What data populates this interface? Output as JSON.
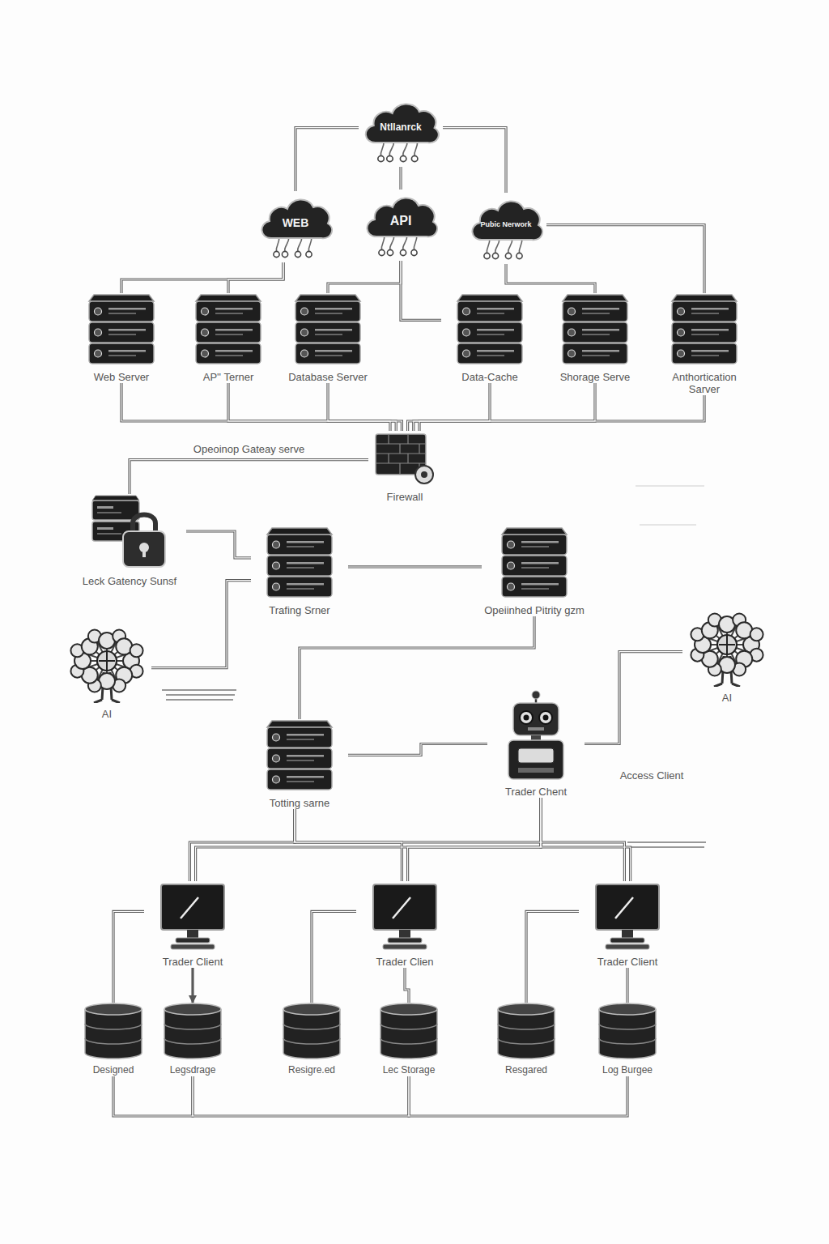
{
  "diagram": {
    "nodes": [
      {
        "text": [
          "Ntllanrck"
        ]
      },
      {
        "text": [
          "WEB"
        ]
      },
      {
        "text": [
          "API"
        ]
      },
      {
        "text": [
          "Pubic Nerwork"
        ]
      },
      {
        "text": [
          "Web Server"
        ]
      },
      {
        "text": [
          "AP'' Terner"
        ]
      },
      {
        "text": [
          "Database Server"
        ]
      },
      {
        "text": [
          "Data-Cache"
        ]
      },
      {
        "text": [
          "Shorage Serve"
        ]
      },
      {
        "text": [
          "Anthortication Sarver"
        ]
      },
      {
        "text": [
          "Firewall"
        ]
      },
      {
        "text": [
          "Leck Gatency Sunsf"
        ]
      },
      {
        "text": [
          "Trafing Srner"
        ]
      },
      {
        "text": [
          "Opeiinhed Pitrity gzm"
        ]
      },
      {
        "text": [
          "AI"
        ]
      },
      {
        "text": [
          "AI"
        ]
      },
      {
        "text": [
          "Totting sarne"
        ]
      },
      {
        "text": [
          "Trader Chent"
        ]
      },
      {
        "text": [
          "Trader Client"
        ]
      },
      {
        "text": [
          "Trader Clien"
        ]
      },
      {
        "text": [
          "Trader Client"
        ]
      },
      {
        "text": [
          "Designed"
        ]
      },
      {
        "text": [
          "Legsdrage"
        ]
      },
      {
        "text": [
          "Resigre.ed"
        ]
      },
      {
        "text": [
          "Lec Storage"
        ]
      },
      {
        "text": [
          "Resgared"
        ]
      },
      {
        "text": [
          "Log Burgee"
        ]
      }
    ],
    "edges": [
      {
        "from": 0,
        "to": 1,
        "arrow": "none"
      },
      {
        "from": 0,
        "to": 2,
        "arrow": "none"
      },
      {
        "from": 0,
        "to": 3,
        "arrow": "none"
      },
      {
        "from": 3,
        "to": 9,
        "arrow": "none"
      },
      {
        "from": 1,
        "to": 4,
        "arrow": "none"
      },
      {
        "from": 1,
        "to": 5,
        "arrow": "none"
      },
      {
        "from": 2,
        "to": 6,
        "arrow": "none"
      },
      {
        "from": 2,
        "to": 7,
        "arrow": "none"
      },
      {
        "from": 3,
        "to": 8,
        "arrow": "none"
      },
      {
        "from": 4,
        "to": 10,
        "arrow": "none"
      },
      {
        "from": 5,
        "to": 10,
        "arrow": "none"
      },
      {
        "from": 6,
        "to": 10,
        "arrow": "none"
      },
      {
        "from": 7,
        "to": 10,
        "arrow": "none"
      },
      {
        "from": 8,
        "to": 10,
        "arrow": "none"
      },
      {
        "from": 9,
        "to": 10,
        "arrow": "none"
      },
      {
        "from": 10,
        "to": 11,
        "label": "Opeoinop Gateay serve",
        "arrow": "none"
      },
      {
        "from": 11,
        "to": 12,
        "arrow": "none"
      },
      {
        "from": 12,
        "to": 13,
        "arrow": "none"
      },
      {
        "from": 14,
        "to": 12,
        "arrow": "none"
      },
      {
        "from": 13,
        "to": 16,
        "arrow": "none"
      },
      {
        "from": 16,
        "to": 17,
        "arrow": "none"
      },
      {
        "from": 17,
        "to": 15,
        "arrow": "none"
      },
      {
        "from": 16,
        "to": 18,
        "arrow": "none"
      },
      {
        "from": 16,
        "to": 19,
        "arrow": "none"
      },
      {
        "from": 16,
        "to": 20,
        "arrow": "none"
      },
      {
        "from": 17,
        "to": 18,
        "arrow": "none"
      },
      {
        "from": 17,
        "to": 19,
        "arrow": "none"
      },
      {
        "from": 17,
        "to": 20,
        "arrow": "none"
      },
      {
        "from": 18,
        "to": 21,
        "arrow": "none"
      },
      {
        "from": 18,
        "to": 22,
        "arrow": "to"
      },
      {
        "from": 19,
        "to": 23,
        "arrow": "none"
      },
      {
        "from": 19,
        "to": 24,
        "arrow": "none"
      },
      {
        "from": 20,
        "to": 25,
        "arrow": "none"
      },
      {
        "from": 20,
        "to": 26,
        "arrow": "none"
      },
      {
        "from": 21,
        "to": 22,
        "arrow": "none"
      },
      {
        "from": 22,
        "to": 24,
        "arrow": "none"
      },
      {
        "from": 24,
        "to": 26,
        "arrow": "none"
      }
    ],
    "labels": [
      "Access Client"
    ]
  }
}
